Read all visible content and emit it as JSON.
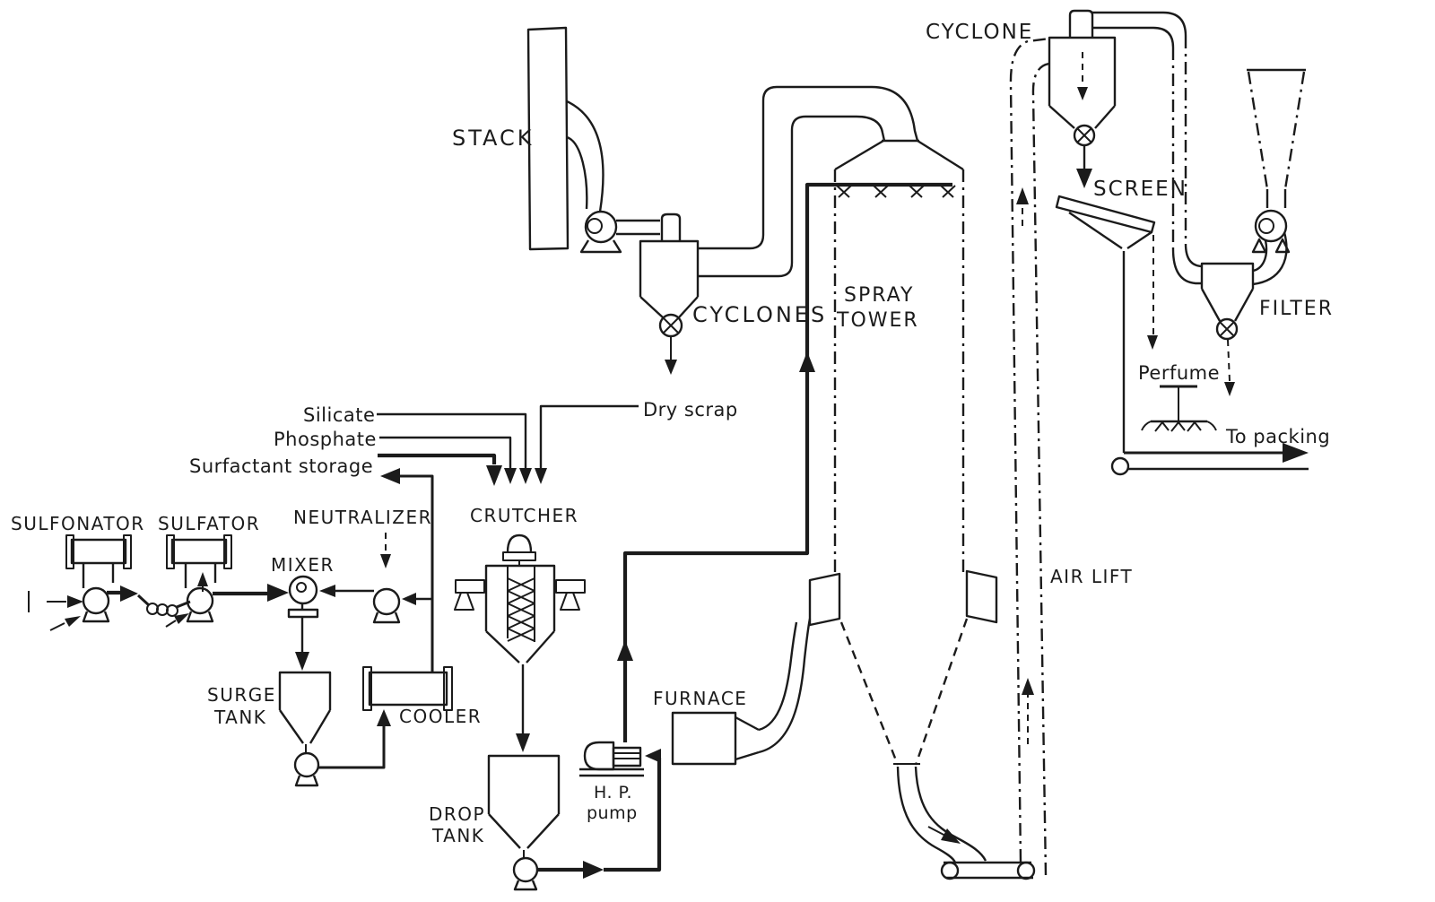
{
  "colors": {
    "ink": "#1b1b1b",
    "paper": "#ffffff"
  },
  "labels": {
    "stack": "STACK",
    "cyclones": "CYCLONES",
    "spray_tower_1": "SPRAY",
    "spray_tower_2": "TOWER",
    "cyclone": "CYCLONE",
    "screen": "SCREEN",
    "filter": "FILTER",
    "perfume": "Perfume",
    "to_packing": "To packing",
    "air_lift": "AIR LIFT",
    "dry_scrap": "Dry scrap",
    "silicate": "Silicate",
    "phosphate": "Phosphate",
    "surfactant_storage": "Surfactant storage",
    "neutralizer": "NEUTRALIZER",
    "crutcher": "CRUTCHER",
    "sulfonator": "SULFONATOR",
    "sulfator": "SULFATOR",
    "mixer": "MIXER",
    "surge_tank_1": "SURGE",
    "surge_tank_2": "TANK",
    "cooler": "COOLER",
    "drop_tank_1": "DROP",
    "drop_tank_2": "TANK",
    "hp_pump_1": "H. P.",
    "hp_pump_2": "pump",
    "furnace": "FURNACE"
  }
}
